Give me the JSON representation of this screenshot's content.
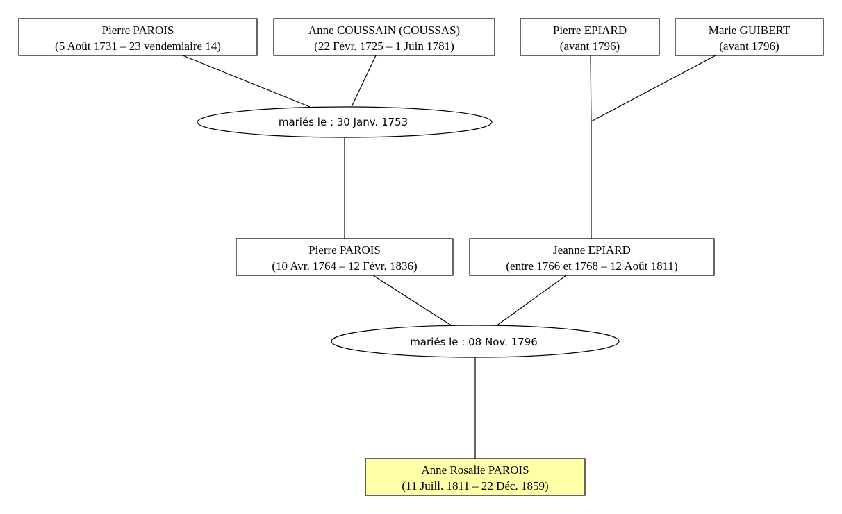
{
  "persons": {
    "p1": {
      "name": "Pierre PAROIS",
      "dates": "(5 Août 1731 – 23 vendemiaire 14)"
    },
    "p2": {
      "name": "Anne COUSSAIN (COUSSAS)",
      "dates": "(22 Févr. 1725 – 1 Juin 1781)"
    },
    "p3": {
      "name": "Pierre EPIARD",
      "dates": "(avant 1796)"
    },
    "p4": {
      "name": "Marie GUIBERT",
      "dates": "(avant 1796)"
    },
    "p5": {
      "name": "Pierre PAROIS",
      "dates": "(10 Avr. 1764 – 12 Févr. 1836)"
    },
    "p6": {
      "name": "Jeanne EPIARD",
      "dates": "(entre 1766 et 1768 – 12 Août 1811)"
    },
    "p7": {
      "name": "Anne Rosalie PAROIS",
      "dates": "(11 Juill. 1811 – 22 Déc. 1859)"
    }
  },
  "marriages": {
    "m1": {
      "label": "mariés le : 30 Janv. 1753"
    },
    "m2": {
      "label": "mariés le : 08 Nov. 1796"
    }
  },
  "colors": {
    "highlight": "#ffffa8",
    "stroke": "#000000",
    "background": "#ffffff"
  }
}
